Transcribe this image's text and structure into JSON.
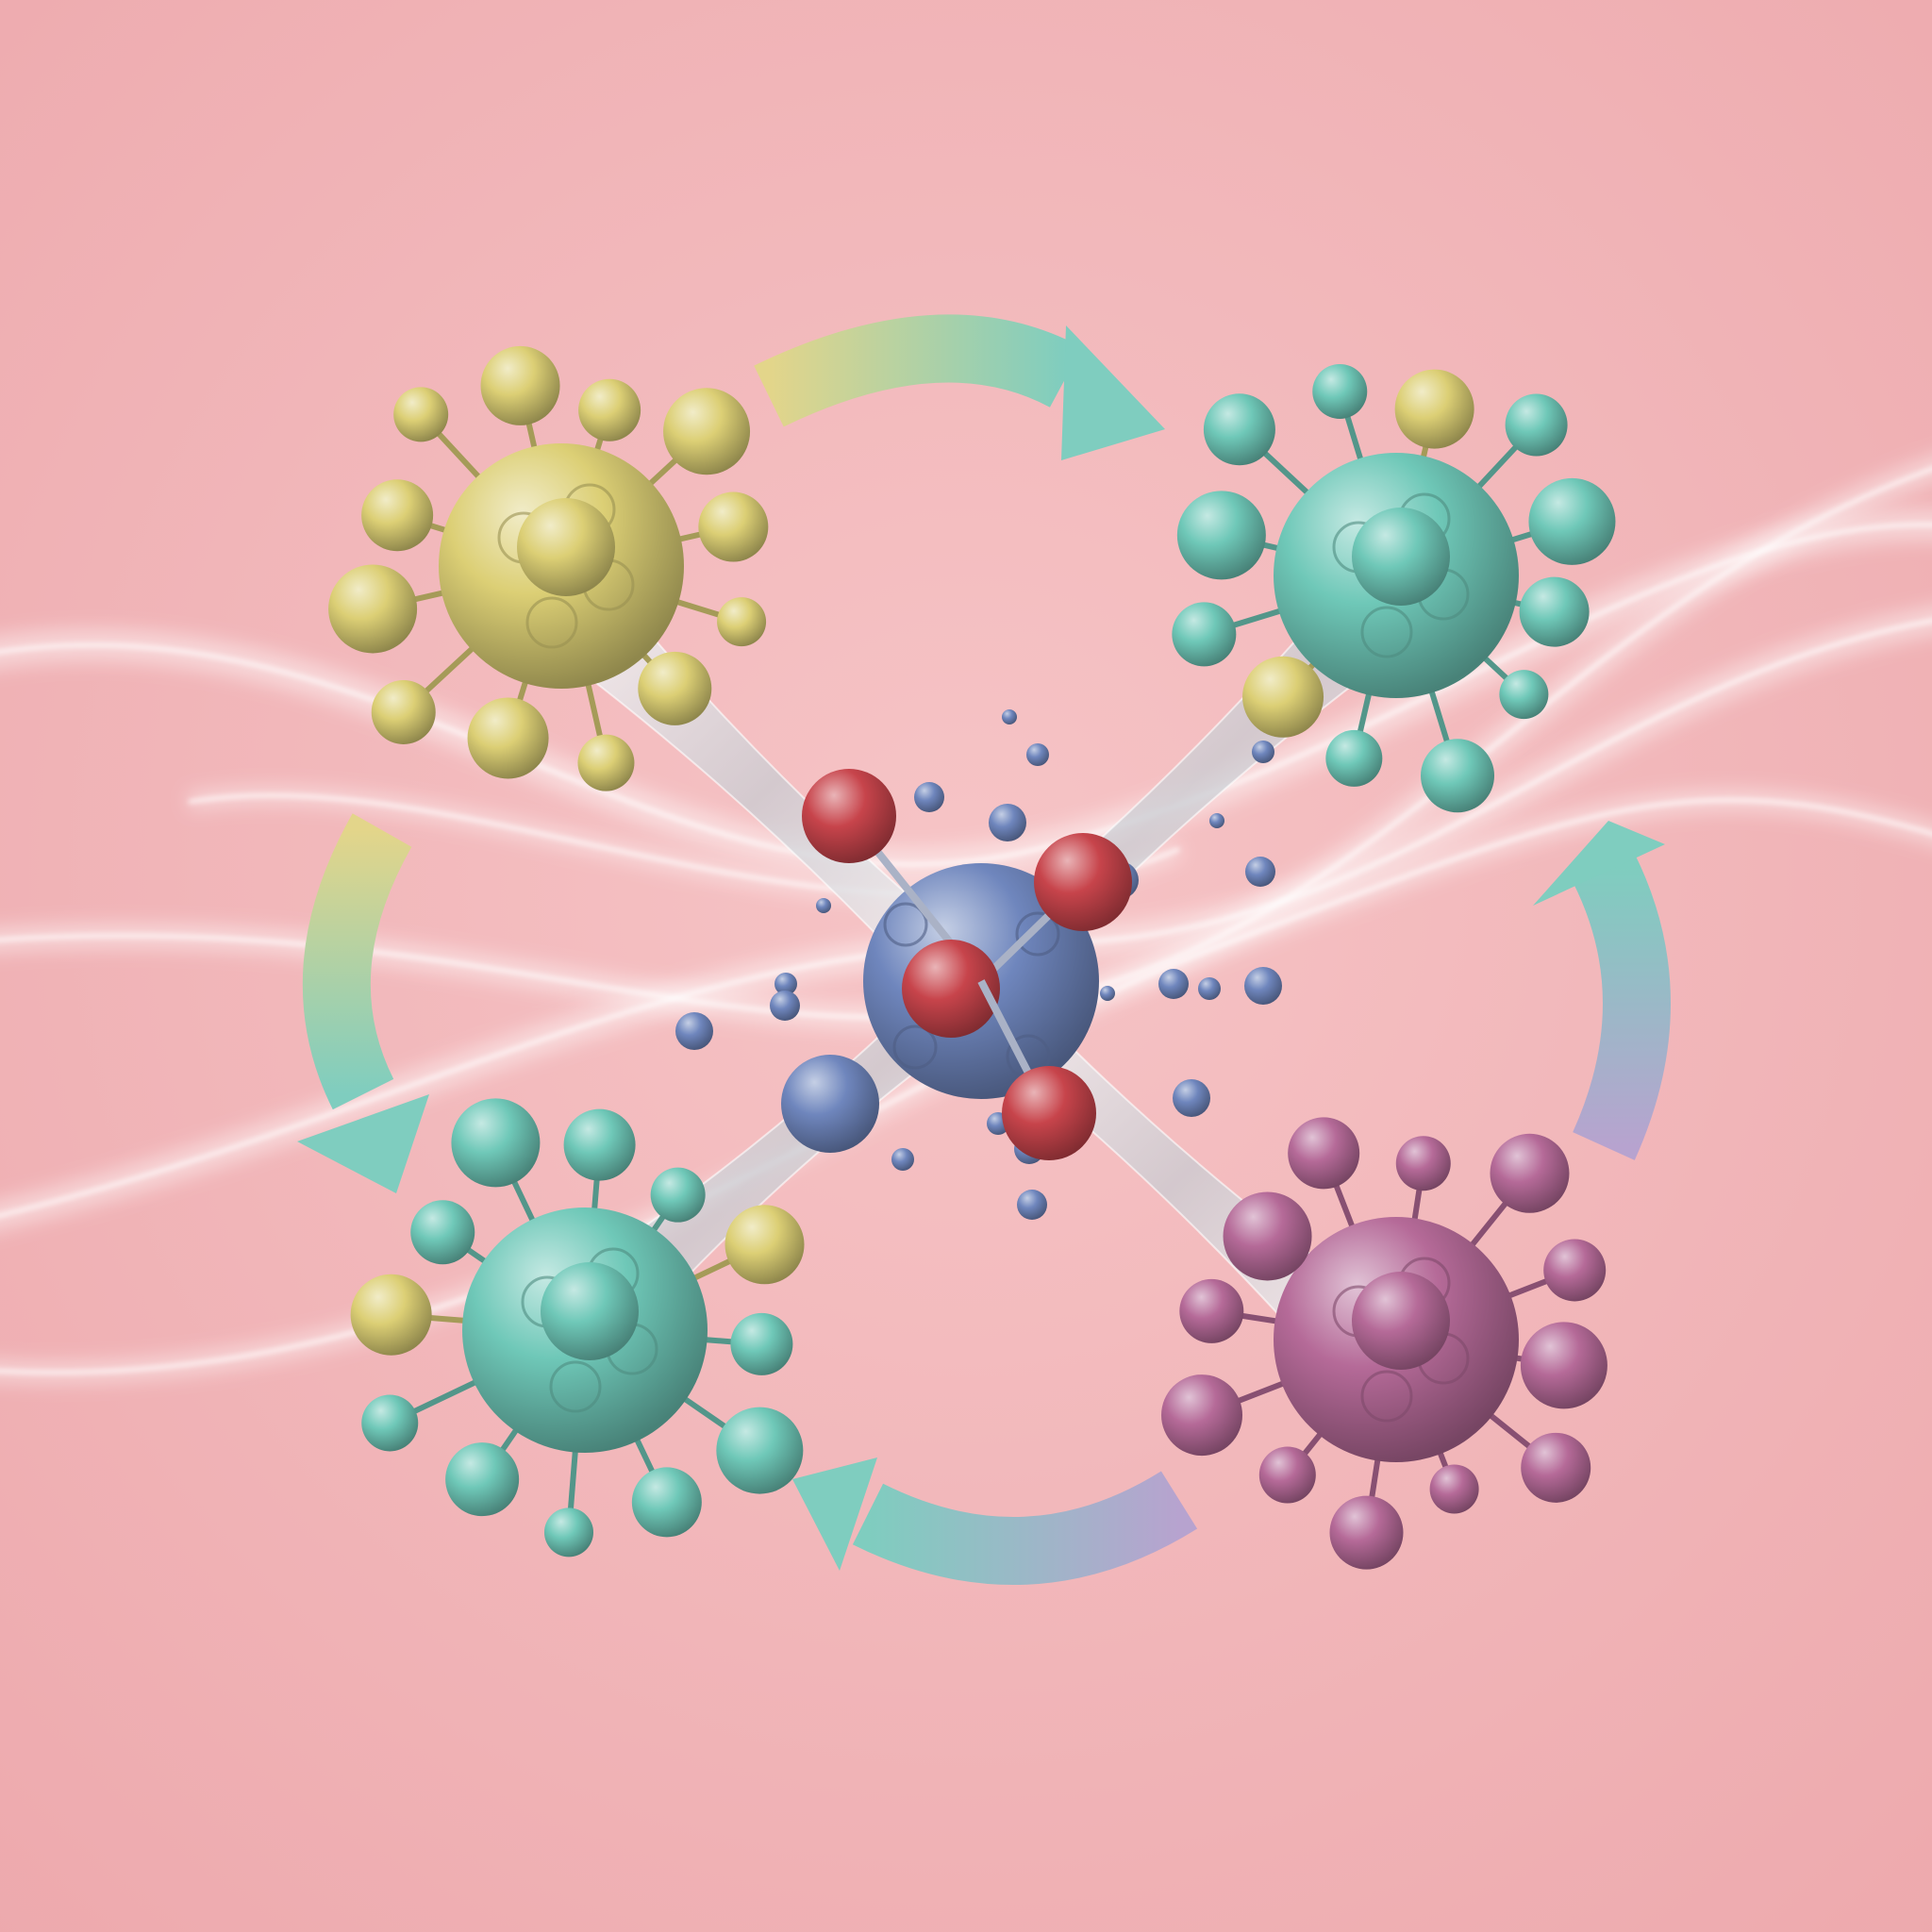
{
  "scene": {
    "background": "#f0b3b6",
    "glow": "#ffffff",
    "linker_color": "#d9dde0"
  },
  "core": {
    "name": "central-blue-cluster",
    "body_color": "#6f86bd",
    "functional_group_color": "#c7444b",
    "particle_color": "#6f86bd"
  },
  "satellites": [
    {
      "name": "cluster-top-left",
      "position": "top-left",
      "color": "#dccf75",
      "accent": "#dccf75"
    },
    {
      "name": "cluster-top-right",
      "position": "top-right",
      "color": "#6fc8b8",
      "accent": "#dccf75"
    },
    {
      "name": "cluster-bottom-right",
      "position": "bottom-right",
      "color": "#b56a98",
      "accent": "#b56a98"
    },
    {
      "name": "cluster-bottom-left",
      "position": "bottom-left",
      "color": "#6fc8b8",
      "accent": "#dccf75"
    }
  ],
  "cycle_arrows": [
    {
      "name": "arrow-top",
      "from": "top-left",
      "to": "top-right",
      "colors": [
        "#e3d58a",
        "#7fcdbf"
      ]
    },
    {
      "name": "arrow-right",
      "from": "bottom-right",
      "to": "top-right",
      "colors": [
        "#b7a3cf",
        "#7fcdbf"
      ]
    },
    {
      "name": "arrow-bottom",
      "from": "bottom-right",
      "to": "bottom-left",
      "colors": [
        "#b7a3cf",
        "#7fcdbf"
      ]
    },
    {
      "name": "arrow-left",
      "from": "top-left",
      "to": "bottom-left",
      "colors": [
        "#e3d58a",
        "#7fcdbf"
      ]
    }
  ]
}
